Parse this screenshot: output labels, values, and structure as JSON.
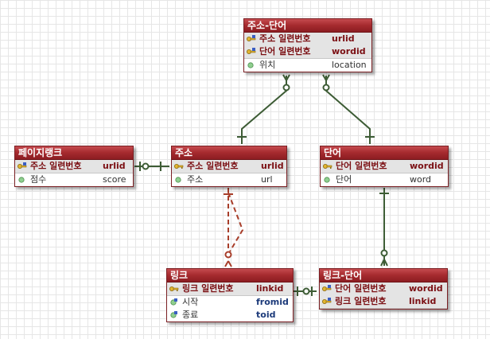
{
  "entities": {
    "address_word": {
      "title": "주소-단어",
      "attrs": [
        {
          "name": "주소 일련번호",
          "column": "urlid",
          "kind": "pk-fk"
        },
        {
          "name": "단어 일련번호",
          "column": "wordid",
          "kind": "pk-fk"
        },
        {
          "name": "위치",
          "column": "location",
          "kind": "attr"
        }
      ]
    },
    "page_rank": {
      "title": "페이지랭크",
      "attrs": [
        {
          "name": "주소 일련번호",
          "column": "urlid",
          "kind": "pk-fk"
        },
        {
          "name": "점수",
          "column": "score",
          "kind": "attr"
        }
      ]
    },
    "address": {
      "title": "주소",
      "attrs": [
        {
          "name": "주소 일련번호",
          "column": "urlid",
          "kind": "pk"
        },
        {
          "name": "주소",
          "column": "url",
          "kind": "attr"
        }
      ]
    },
    "word": {
      "title": "단어",
      "attrs": [
        {
          "name": "단어 일련번호",
          "column": "wordid",
          "kind": "pk"
        },
        {
          "name": "단어",
          "column": "word",
          "kind": "attr"
        }
      ]
    },
    "link": {
      "title": "링크",
      "attrs": [
        {
          "name": "링크 일련번호",
          "column": "linkid",
          "kind": "pk"
        },
        {
          "name": "시작",
          "column": "fromid",
          "kind": "fk"
        },
        {
          "name": "종료",
          "column": "toid",
          "kind": "fk"
        }
      ]
    },
    "link_word": {
      "title": "링크-단어",
      "attrs": [
        {
          "name": "단어 일련번호",
          "column": "wordid",
          "kind": "pk-fk"
        },
        {
          "name": "링크 일련번호",
          "column": "linkid",
          "kind": "pk-fk"
        }
      ]
    }
  },
  "relationships": [
    {
      "from": "address",
      "to": "address_word",
      "style": "solid",
      "color": "#3d5c35",
      "from_end": "one",
      "to_end": "zero-or-many"
    },
    {
      "from": "word",
      "to": "address_word",
      "style": "solid",
      "color": "#3d5c35",
      "from_end": "one",
      "to_end": "zero-or-many"
    },
    {
      "from": "address",
      "to": "page_rank",
      "style": "solid",
      "color": "#3d5c35",
      "from_end": "one",
      "to_end": "zero-or-one"
    },
    {
      "from": "word",
      "to": "link_word",
      "style": "solid",
      "color": "#3d5c35",
      "from_end": "one",
      "to_end": "zero-or-many"
    },
    {
      "from": "link",
      "to": "link_word",
      "style": "solid",
      "color": "#3d5c35",
      "from_end": "one",
      "to_end": "zero-or-one"
    },
    {
      "from": "address",
      "to": "link",
      "style": "dashed",
      "color": "#a83e2a",
      "from_end": "one",
      "to_end": "zero-or-many"
    }
  ],
  "colors": {
    "title_bar": "#a52a2e",
    "pk_text": "#7b0f13",
    "fk_column_text": "#1c3a7a",
    "relationship_solid": "#3d5c35",
    "relationship_dashed": "#a83e2a"
  },
  "icons": {
    "pk": "key-icon",
    "pk-fk": "key-fk-icon",
    "fk": "fk-icon",
    "attr": "attribute-dot-icon"
  }
}
